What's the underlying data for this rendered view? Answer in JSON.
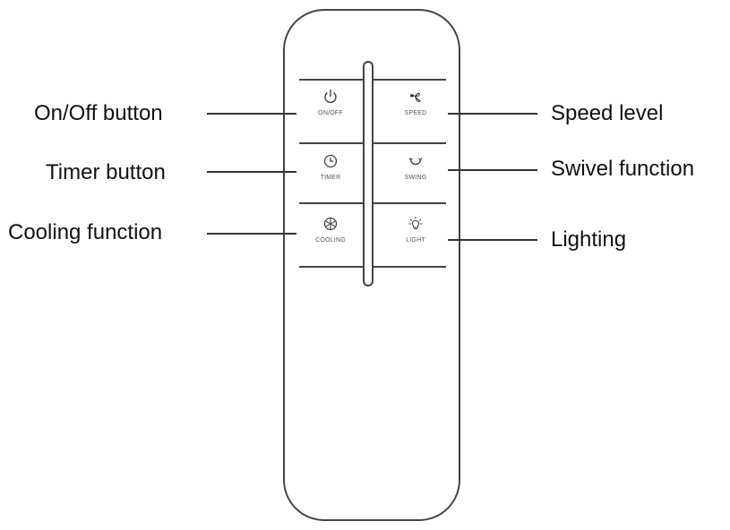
{
  "remote": {
    "buttons": [
      {
        "id": "onoff",
        "label": "ON/OFF",
        "icon": "power-icon"
      },
      {
        "id": "speed",
        "label": "SPEED",
        "icon": "fan-icon"
      },
      {
        "id": "timer",
        "label": "TIMER",
        "icon": "clock-icon"
      },
      {
        "id": "swing",
        "label": "SWING",
        "icon": "swing-icon"
      },
      {
        "id": "cooling",
        "label": "COOLING",
        "icon": "snowflake-icon"
      },
      {
        "id": "light",
        "label": "LIGHT",
        "icon": "bulb-icon"
      }
    ]
  },
  "callouts": {
    "onoff": "On/Off button",
    "timer": "Timer button",
    "cooling": "Cooling function",
    "speed": "Speed level",
    "swing": "Swivel function",
    "light": "Lighting"
  },
  "colors": {
    "outline": "#444444",
    "text": "#111111",
    "label": "#555555"
  }
}
